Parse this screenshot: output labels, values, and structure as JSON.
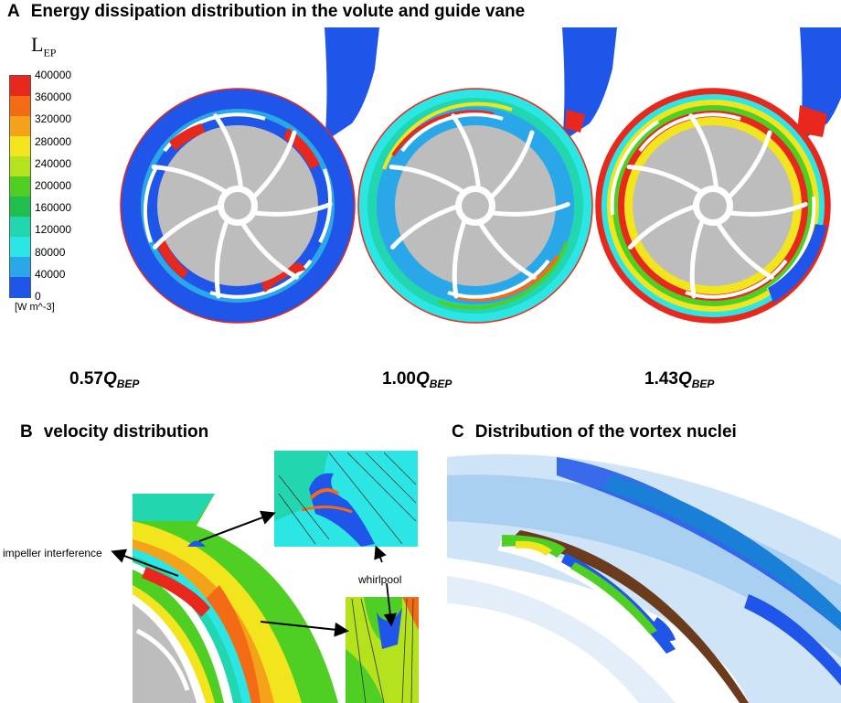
{
  "panel_a": {
    "letter": "A",
    "title": "Energy dissipation distribution in the volute and guide vane",
    "legend": {
      "title_main": "L",
      "title_sub": "EP",
      "ticks": [
        "400000",
        "360000",
        "320000",
        "280000",
        "240000",
        "200000",
        "160000",
        "120000",
        "80000",
        "40000",
        "0"
      ],
      "unit": "[W m^-3]",
      "colors": [
        "#e8281c",
        "#f46b15",
        "#f4a21a",
        "#f2e51e",
        "#b4e21c",
        "#4fcf24",
        "#1fbf4e",
        "#22d6b0",
        "#2ce6e6",
        "#2aa7e8",
        "#1f55e8"
      ]
    },
    "conditions": [
      {
        "value": "0.57",
        "q": "Q",
        "sub": "BEP"
      },
      {
        "value": "1.00",
        "q": "Q",
        "sub": "BEP"
      },
      {
        "value": "1.43",
        "q": "Q",
        "sub": "BEP"
      }
    ]
  },
  "panel_b": {
    "letter": "B",
    "title": "velocity distribution",
    "annotations": {
      "impeller": "impeller interference",
      "whirlpool": "whirlpool"
    }
  },
  "panel_c": {
    "letter": "C",
    "title": "Distribution of the vortex nuclei"
  },
  "colors": {
    "volute_blue": "#1f55e8",
    "impeller_gray": "#bdbdbd",
    "hot_red": "#e8281c",
    "green": "#4fcf24",
    "yellow": "#f2e51e",
    "cyan": "#2ce6e6"
  }
}
